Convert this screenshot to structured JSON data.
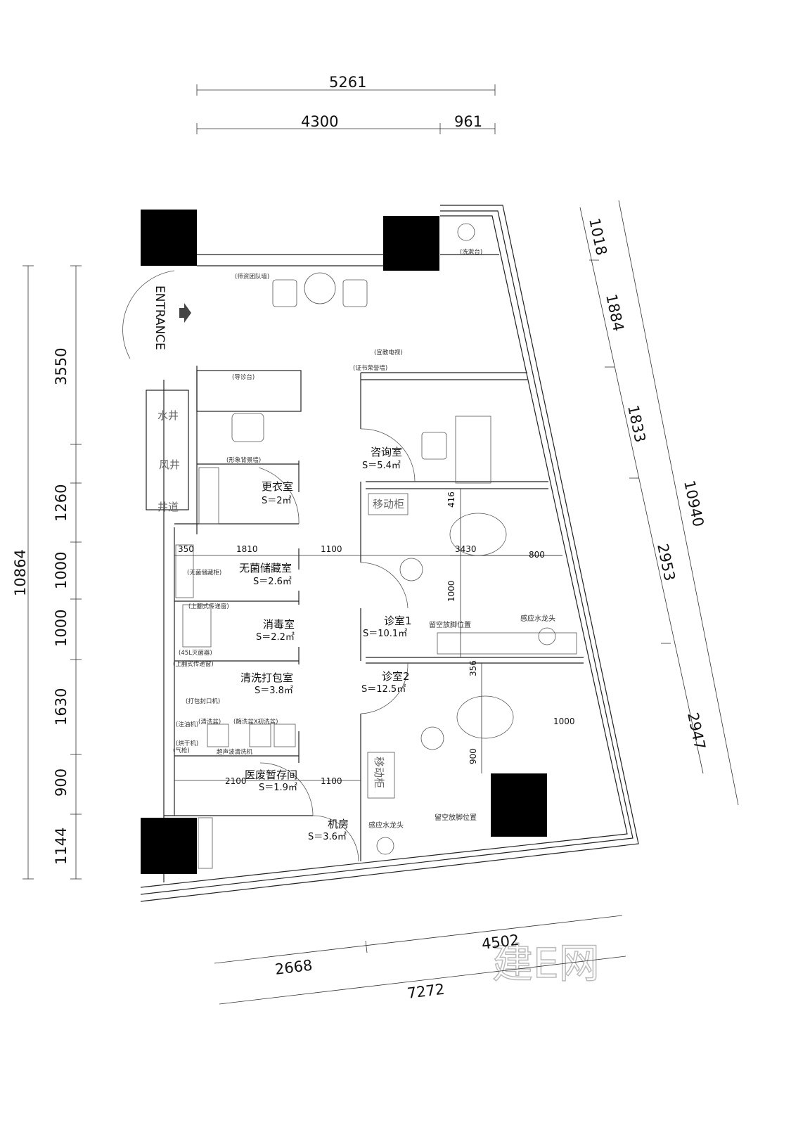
{
  "entrance_label": "ENTRANCE",
  "watermark": "建E网",
  "dims_top": {
    "total": "5261",
    "a": "4300",
    "b": "961"
  },
  "dims_left": {
    "total": "10864",
    "segments": [
      "3550",
      "1260",
      "1000",
      "1000",
      "1630",
      "900",
      "1144"
    ]
  },
  "dims_right": {
    "total": "10940",
    "segments": [
      "1018",
      "1884",
      "1833",
      "2953",
      "2947"
    ]
  },
  "dims_bottom": {
    "a": "2668",
    "b": "4502",
    "total": "7272"
  },
  "dims_inner": {
    "d350": "350",
    "d1810": "1810",
    "d1100a": "1100",
    "d3430": "3430",
    "d800": "800",
    "d416": "416",
    "d1000a": "1000",
    "d356": "356",
    "d1000b": "1000",
    "d900": "900",
    "d2100": "2100",
    "d1100b": "1100"
  },
  "rooms": {
    "consult": {
      "name": "咨询室",
      "area": "S＝5.4㎡"
    },
    "changing": {
      "name": "更衣室",
      "area": "S＝2㎡"
    },
    "sterile": {
      "name": "无菌储藏室",
      "area": "S＝2.6㎡"
    },
    "disinfect": {
      "name": "消毒室",
      "area": "S＝2.2㎡"
    },
    "wash": {
      "name": "清洗打包室",
      "area": "S＝3.8㎡"
    },
    "clinic1": {
      "name": "诊室1",
      "area": "S＝10.1㎡"
    },
    "clinic2": {
      "name": "诊室2",
      "area": "S＝12.5㎡"
    },
    "waste": {
      "name": "医废暂存间",
      "area": "S＝1.9㎡"
    },
    "machine": {
      "name": "机房",
      "area": "S＝3.6㎡"
    }
  },
  "shafts": {
    "water": "水井",
    "air": "风井",
    "duct": "井道"
  },
  "cabinets": {
    "c1": "移动柜",
    "c2": "移动柜"
  },
  "labels": {
    "washbasin": "(洗漱台)",
    "team_wall": "(师资团队墙)",
    "tv": "(宣教电视)",
    "honor_wall": "(证书荣誉墙)",
    "reception": "(导诊台)",
    "image_wall": "(形象背景墙)",
    "sterile_cabinet": "(无菌储藏柜)",
    "pass_window1": "(上翻式传递窗)",
    "sterilizer": "(45L灭菌器)",
    "pass_window2": "(上翻式传递窗)",
    "sealer": "(打包封口机)",
    "oiler": "(注油机)",
    "dryer": "(烘干机)",
    "wash_basin": "(清洗盆)",
    "enzyme_basin": "(酶洗盆X初洗盆)",
    "ultrasonic": "超声波清洗机",
    "air_gun": "(气枪)",
    "foot_space1": "留空放脚位置",
    "faucet1": "感应水龙头",
    "foot_space2": "留空放脚位置",
    "faucet2": "感应水龙头"
  }
}
